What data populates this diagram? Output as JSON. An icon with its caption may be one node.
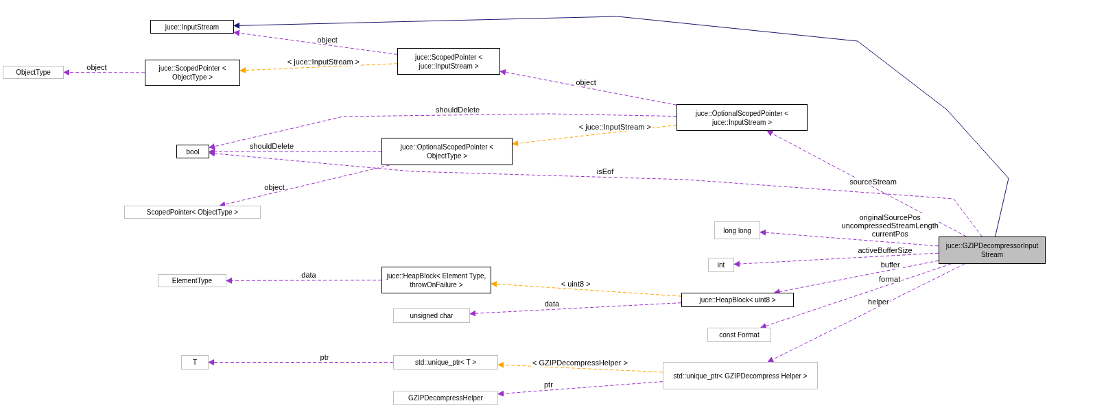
{
  "diagram": {
    "nodes": [
      {
        "text": [
          "juce::InputStream"
        ]
      },
      {
        "text": [
          "ObjectType"
        ]
      },
      {
        "text": [
          "juce::ScopedPointer < ObjectType >"
        ]
      },
      {
        "text": [
          "juce::ScopedPointer < juce::InputStream >"
        ]
      },
      {
        "text": [
          "bool"
        ]
      },
      {
        "text": [
          "juce::OptionalScopedPointer < juce::InputStream >"
        ]
      },
      {
        "text": [
          "juce::OptionalScopedPointer < ObjectType >"
        ]
      },
      {
        "text": [
          "ScopedPointer< ObjectType >"
        ]
      },
      {
        "text": [
          "long long"
        ]
      },
      {
        "text": [
          "juce::GZIPDecompressorInput Stream"
        ]
      },
      {
        "text": [
          "int"
        ]
      },
      {
        "text": [
          "ElementType"
        ]
      },
      {
        "text": [
          "juce::HeapBlock< Element Type, throwOnFailure >"
        ]
      },
      {
        "text": [
          "juce::HeapBlock< uint8 >"
        ]
      },
      {
        "text": [
          "unsigned char"
        ]
      },
      {
        "text": [
          "const Format"
        ]
      },
      {
        "text": [
          "T"
        ]
      },
      {
        "text": [
          "std::unique_ptr< T >"
        ]
      },
      {
        "text": [
          "std::unique_ptr< GZIPDecompress Helper >"
        ]
      },
      {
        "text": [
          "GZIPDecompressHelper"
        ]
      }
    ],
    "edges": [
      {
        "from": 9,
        "to": 0,
        "arrow": "to",
        "color": "#191970"
      },
      {
        "from": 3,
        "to": 0,
        "arrow": "to",
        "label": "object",
        "style": "dashed"
      },
      {
        "from": 2,
        "to": 1,
        "arrow": "to",
        "label": "object",
        "style": "dashed"
      },
      {
        "from": 3,
        "to": 2,
        "arrow": "to",
        "label": "< juce::InputStream >",
        "style": "dashed",
        "color": "#ffa500"
      },
      {
        "from": 5,
        "to": 3,
        "arrow": "to",
        "label": "object",
        "style": "dashed"
      },
      {
        "from": 5,
        "to": 4,
        "arrow": "to",
        "label": "shouldDelete",
        "style": "dashed"
      },
      {
        "from": 5,
        "to": 6,
        "arrow": "to",
        "label": "< juce::InputStream >",
        "style": "dashed",
        "color": "#ffa500"
      },
      {
        "from": 6,
        "to": 4,
        "arrow": "to",
        "label": "shouldDelete",
        "style": "dashed"
      },
      {
        "from": 6,
        "to": 7,
        "arrow": "to",
        "label": "object",
        "style": "dashed"
      },
      {
        "from": 9,
        "to": 4,
        "arrow": "to",
        "label": "isEof",
        "style": "dashed"
      },
      {
        "from": 9,
        "to": 5,
        "arrow": "to",
        "label": "sourceStream",
        "style": "dashed"
      },
      {
        "from": 9,
        "to": 8,
        "arrow": "to",
        "label": "originalSourcePos uncompressedStreamLength currentPos",
        "style": "dashed"
      },
      {
        "from": 9,
        "to": 10,
        "arrow": "to",
        "label": "activeBufferSize",
        "style": "dashed"
      },
      {
        "from": 12,
        "to": 11,
        "arrow": "to",
        "label": "data",
        "style": "dashed"
      },
      {
        "from": 13,
        "to": 12,
        "arrow": "to",
        "label": "< uint8 >",
        "style": "dashed",
        "color": "#ffa500"
      },
      {
        "from": 13,
        "to": 14,
        "arrow": "to",
        "label": "data",
        "style": "dashed"
      },
      {
        "from": 9,
        "to": 13,
        "arrow": "to",
        "label": "buffer",
        "style": "dashed"
      },
      {
        "from": 9,
        "to": 15,
        "arrow": "to",
        "label": "format",
        "style": "dashed"
      },
      {
        "from": 17,
        "to": 16,
        "arrow": "to",
        "label": "ptr",
        "style": "dashed"
      },
      {
        "from": 18,
        "to": 17,
        "arrow": "to",
        "label": "< GZIPDecompressHelper >",
        "style": "dashed",
        "color": "#ffa500"
      },
      {
        "from": 18,
        "to": 19,
        "arrow": "to",
        "label": "ptr",
        "style": "dashed"
      },
      {
        "from": 9,
        "to": 18,
        "arrow": "to",
        "label": "helper",
        "style": "dashed"
      }
    ]
  }
}
